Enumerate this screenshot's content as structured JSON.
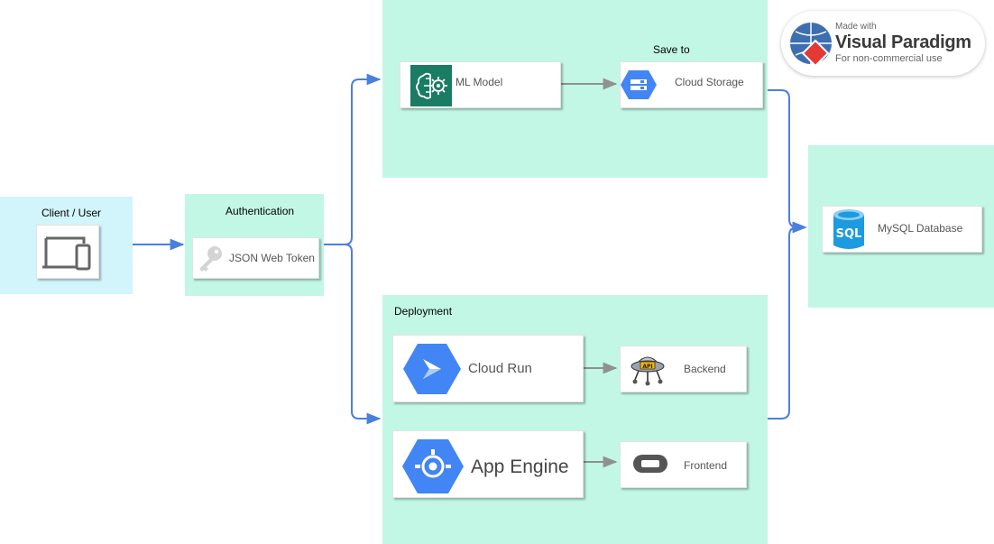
{
  "colors": {
    "client_fill": "#d2f4fb",
    "group_fill": "#c2f7e6",
    "connector_blue": "#4a7fe0",
    "connector_gray": "#909090",
    "gcp_blue": "#4285f4",
    "ml_green": "#1a7c63",
    "sql_blue": "#1d9be0"
  },
  "groups": {
    "client": {
      "label": "Client / User"
    },
    "auth": {
      "label": "Authentication"
    },
    "ml": {
      "label": "Save to"
    },
    "deployment": {
      "label": "Deployment"
    },
    "database": {
      "label": ""
    }
  },
  "nodes": {
    "jwt": {
      "label": "JSON Web Token",
      "icon": "key-icon"
    },
    "ml_model": {
      "label": "ML Model",
      "icon": "brain-gear-icon"
    },
    "cloud_storage": {
      "label": "Cloud Storage",
      "icon": "cloud-storage-icon"
    },
    "cloud_run": {
      "label": "Cloud Run",
      "icon": "cloud-run-icon"
    },
    "backend": {
      "label": "Backend",
      "icon": "api-robot-icon"
    },
    "app_engine": {
      "label": "App Engine",
      "icon": "app-engine-icon"
    },
    "frontend": {
      "label": "Frontend",
      "icon": "frontend-icon"
    },
    "mysql": {
      "label": "MySQL Database",
      "icon": "sql-database-icon"
    },
    "client_device": {
      "icon": "laptop-phone-icon"
    }
  },
  "watermark": {
    "made_with": "Made with",
    "name": "Visual Paradigm",
    "note": "For non-commercial use"
  }
}
